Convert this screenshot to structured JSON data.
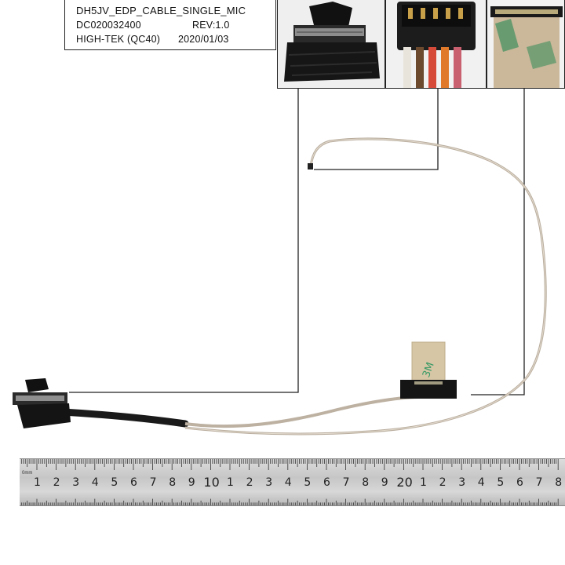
{
  "label": {
    "line1": "DH5JV_EDP_CABLE_SINGLE_MIC",
    "line2a": "DC020032400",
    "line2b": "REV:1.0",
    "line3a": "HIGH-TEK (QC40)",
    "line3b": "2020/01/03"
  },
  "ruler": {
    "unit": "0mm",
    "numbers": [
      "1",
      "2",
      "3",
      "4",
      "5",
      "6",
      "7",
      "8",
      "9",
      "10",
      "1",
      "2",
      "3",
      "4",
      "5",
      "6",
      "7",
      "8",
      "9",
      "20",
      "1",
      "2",
      "3",
      "4",
      "5",
      "6",
      "7",
      "8"
    ]
  },
  "tape_print": "3M",
  "insets": [
    "lcd-connector-closeup",
    "mic-connector-closeup",
    "board-connector-closeup"
  ]
}
